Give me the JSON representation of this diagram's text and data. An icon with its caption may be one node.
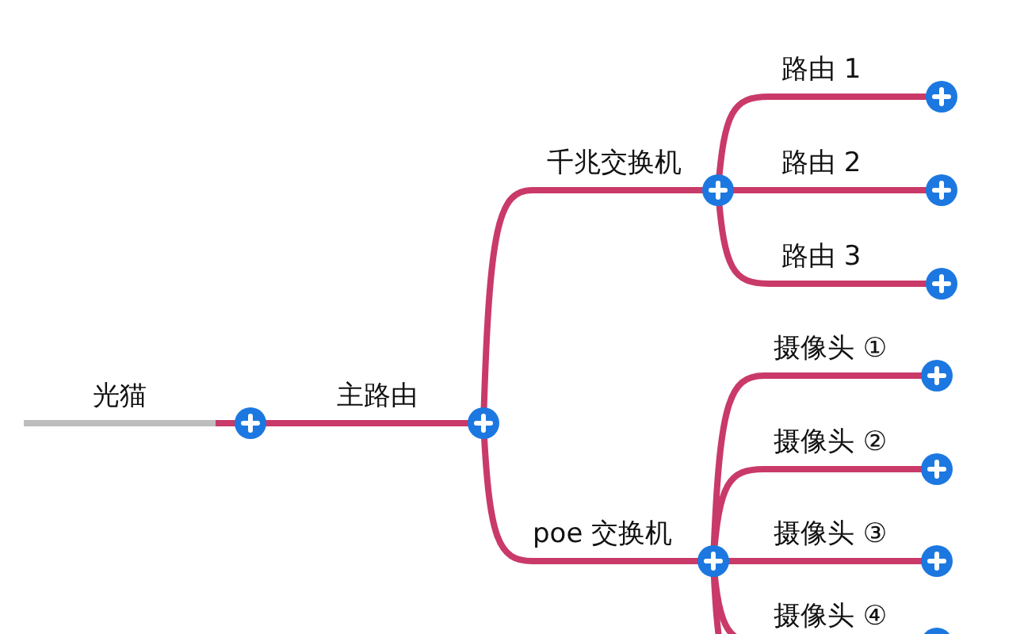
{
  "diagram": {
    "nodes": [
      {
        "text": [
          "光猫"
        ]
      },
      {
        "text": [
          "主路由"
        ]
      },
      {
        "text": [
          "千兆交换机"
        ]
      },
      {
        "text": [
          "路由 1"
        ]
      },
      {
        "text": [
          "路由 2"
        ]
      },
      {
        "text": [
          "路由 3"
        ]
      },
      {
        "text": [
          "poe 交换机"
        ]
      },
      {
        "text": [
          "摄像头 ①"
        ]
      },
      {
        "text": [
          "摄像头 ②"
        ]
      },
      {
        "text": [
          "摄像头 ③"
        ]
      },
      {
        "text": [
          "摄像头 ④"
        ]
      }
    ],
    "edges": [
      {
        "from": 0,
        "to": 1,
        "arrow": "none"
      },
      {
        "from": 1,
        "to": 2,
        "arrow": "none"
      },
      {
        "from": 2,
        "to": 3,
        "arrow": "none"
      },
      {
        "from": 2,
        "to": 4,
        "arrow": "none"
      },
      {
        "from": 2,
        "to": 5,
        "arrow": "none"
      },
      {
        "from": 1,
        "to": 6,
        "arrow": "none"
      },
      {
        "from": 6,
        "to": 7,
        "arrow": "none"
      },
      {
        "from": 6,
        "to": 8,
        "arrow": "none"
      },
      {
        "from": 6,
        "to": 9,
        "arrow": "none"
      },
      {
        "from": 6,
        "to": 10,
        "arrow": "none"
      },
      {
        "from": 6,
        "to": null,
        "arrow": "none"
      }
    ]
  }
}
